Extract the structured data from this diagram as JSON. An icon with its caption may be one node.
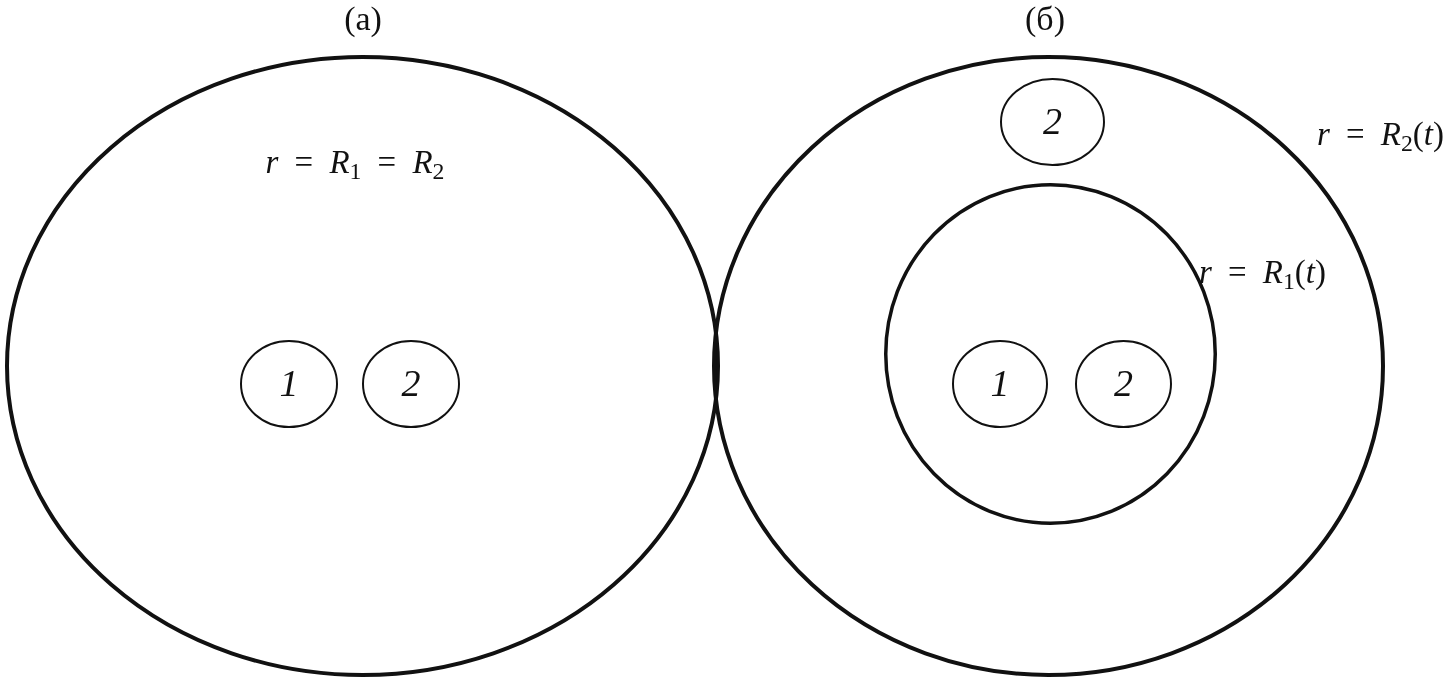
{
  "diagram": {
    "nodes": [
      {
        "text": [
          "(а)",
          "*r* = *R*$_{1}$ = *R*$_{2}$"
        ]
      },
      {
        "text": [
          "1"
        ],
        "in": 0
      },
      {
        "text": [
          "2"
        ],
        "in": 0
      },
      {
        "text": [
          "(б)"
        ],
        "beside": [
          "*r* = *R*$_{2}$(*t*)"
        ]
      },
      {
        "text": [
          "2"
        ],
        "in": 3
      },
      {
        "text": [],
        "shape": "circle",
        "in": 3,
        "beside": [
          "*r* = *R*$_{1}$(*t*)"
        ]
      },
      {
        "text": [
          "1"
        ],
        "in": 5
      },
      {
        "text": [
          "2"
        ],
        "in": 5
      }
    ]
  }
}
